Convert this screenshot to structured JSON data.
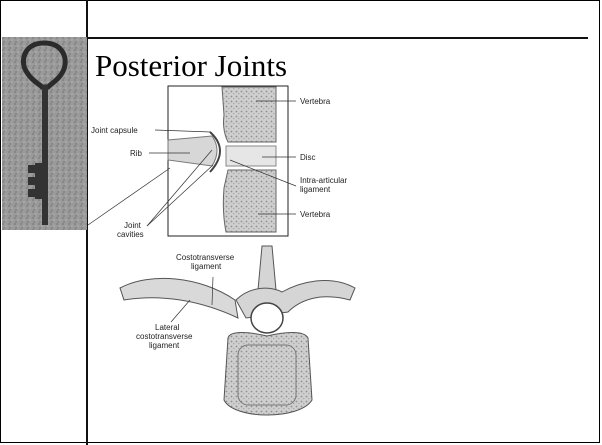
{
  "slide": {
    "title": "Posterior Joints"
  },
  "figure_top": {
    "labels": {
      "vertebra_top": "Vertebra",
      "joint_capsule": "Joint capsule",
      "rib": "Rib",
      "disc": "Disc",
      "intra_articular_1": "Intra-articular",
      "intra_articular_2": "ligament",
      "vertebra_bottom": "Vertebra",
      "joint_1": "Joint",
      "joint_2": "cavities"
    }
  },
  "figure_bottom": {
    "labels": {
      "costo_1": "Costotransverse",
      "costo_2": "ligament",
      "lateral_1": "Lateral",
      "lateral_2": "costotransverse",
      "lateral_3": "ligament"
    }
  },
  "decor": {
    "left_image_icon": "antique-key-icon"
  }
}
